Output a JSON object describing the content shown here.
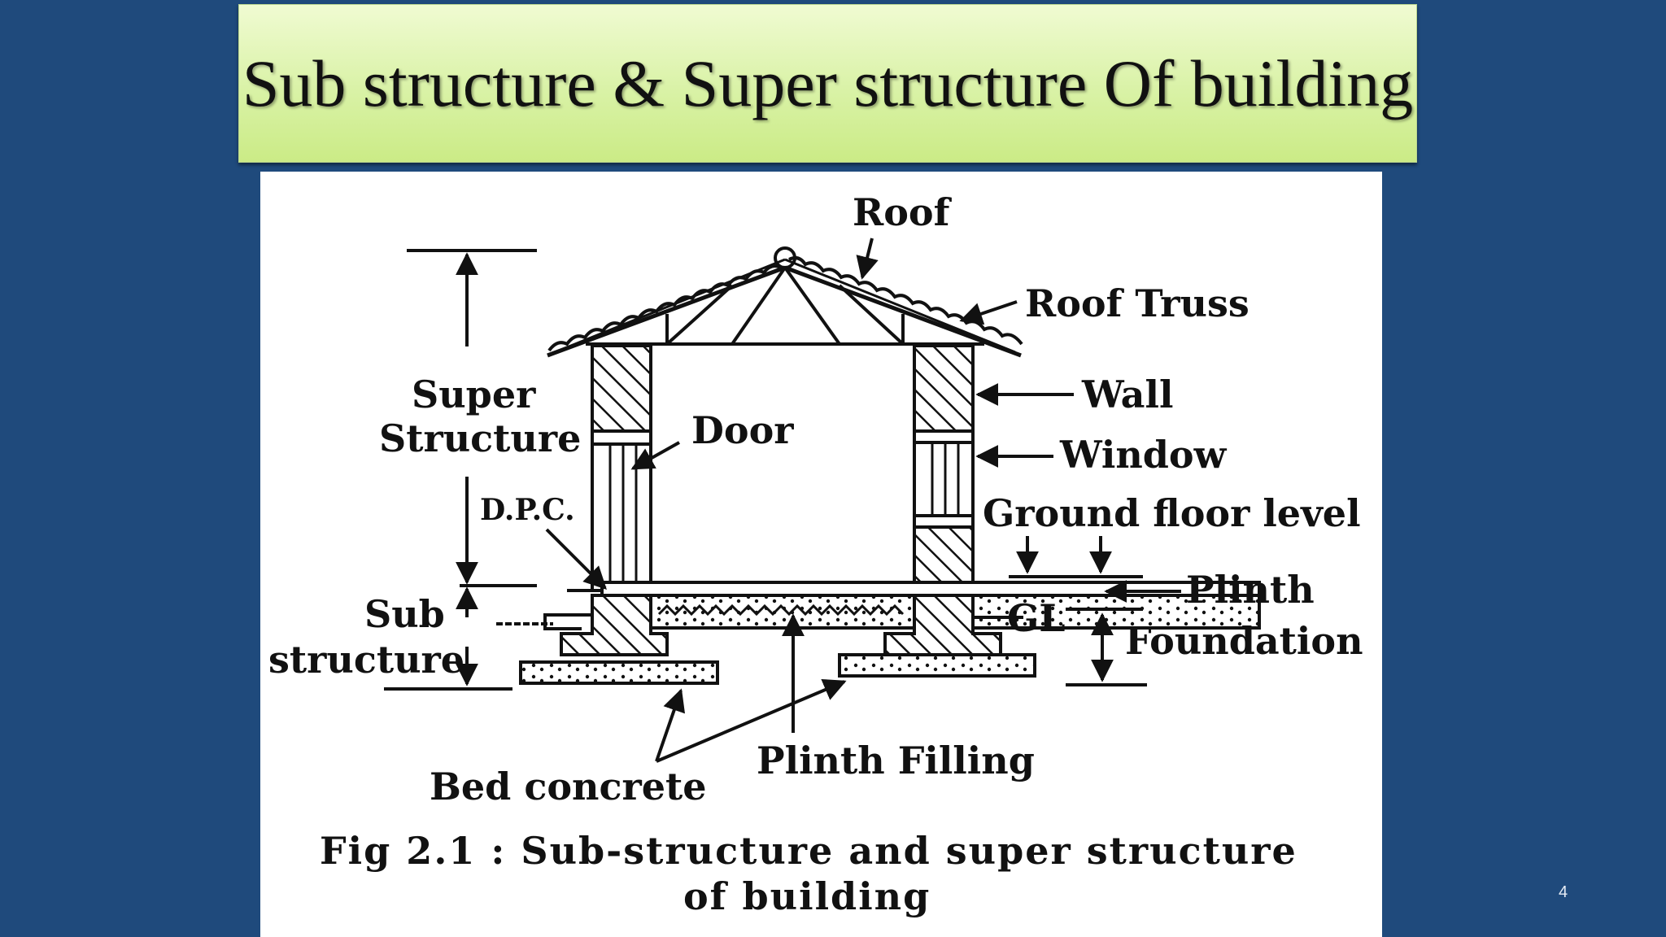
{
  "slide": {
    "title": "Sub structure & Super structure Of building",
    "number": "4"
  },
  "figure": {
    "labels": {
      "roof": "Roof",
      "roof_truss": "Roof Truss",
      "wall": "Wall",
      "window": "Window",
      "ground_floor_level": "Ground floor level",
      "plinth": "Plinth",
      "foundation": "Foundation",
      "gl": "GL",
      "super_structure_1": "Super",
      "super_structure_2": "Structure",
      "door": "Door",
      "dpc": "D.P.C.",
      "sub_structure_1": "Sub",
      "sub_structure_2": "structure",
      "bed_concrete": "Bed concrete",
      "plinth_filling": "Plinth Filling"
    },
    "caption_line1": "Fig 2.1 : Sub-structure and super structure",
    "caption_line2": "of building"
  }
}
